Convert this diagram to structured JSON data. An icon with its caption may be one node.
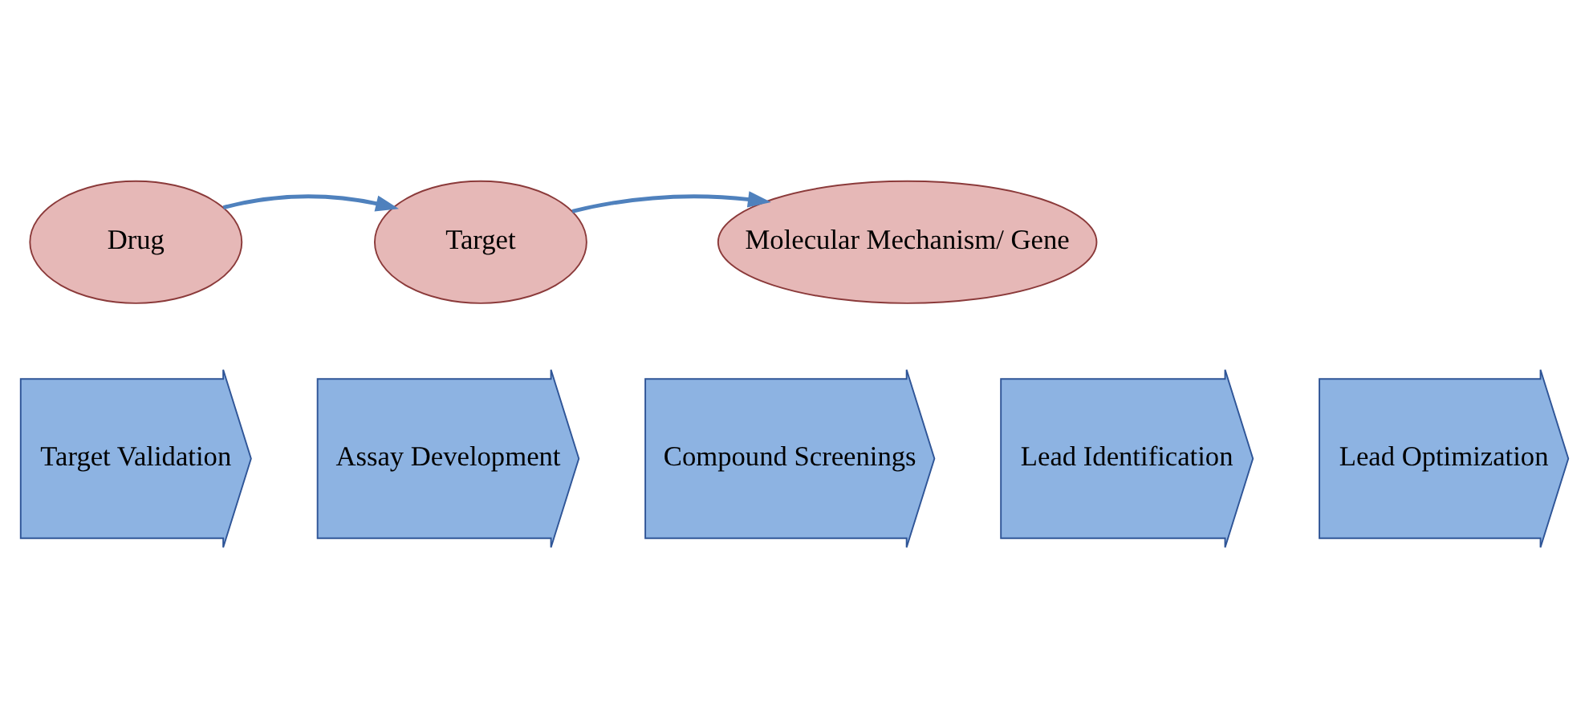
{
  "diagram": {
    "nodes": [
      {
        "text": [
          "Drug"
        ]
      },
      {
        "text": [
          "Target"
        ]
      },
      {
        "text": [
          "Molecular Mechanism/ Gene"
        ]
      },
      {
        "text": [
          "Target Validation"
        ]
      },
      {
        "text": [
          "Assay Development"
        ]
      },
      {
        "text": [
          "Compound Screenings"
        ]
      },
      {
        "text": [
          "Lead Identification"
        ]
      },
      {
        "text": [
          "Lead Optimization"
        ]
      }
    ],
    "edges": [
      {
        "from": 0,
        "to": 1,
        "arrow": "to"
      },
      {
        "from": 1,
        "to": 2,
        "arrow": "to"
      }
    ]
  }
}
